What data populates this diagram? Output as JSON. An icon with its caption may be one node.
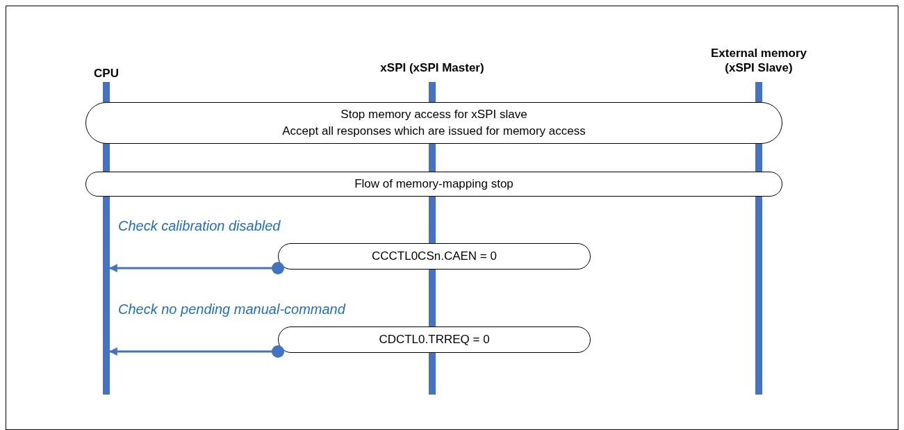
{
  "diagram": {
    "nodes": [
      {
        "text": [
          "CPU"
        ]
      },
      {
        "text": [
          "xSPI (xSPI Master)"
        ]
      },
      {
        "text": [
          "External memory (xSPI Slave)"
        ]
      },
      {
        "text": [
          "Stop memory access for xSPI slave",
          "Accept all responses which are issued for memory access"
        ]
      },
      {
        "text": [
          "Flow of memory-mapping stop"
        ]
      },
      {
        "text": [
          "CCCTL0CSn.CAEN = 0"
        ]
      },
      {
        "text": [
          "CDCTL0.TRREQ = 0"
        ]
      }
    ],
    "edges": [
      {
        "from": 5,
        "to": 0,
        "arrow": "to",
        "label": "Check calibration disabled"
      },
      {
        "from": 6,
        "to": 0,
        "arrow": "to",
        "label": "Check no pending manual-command"
      }
    ]
  }
}
